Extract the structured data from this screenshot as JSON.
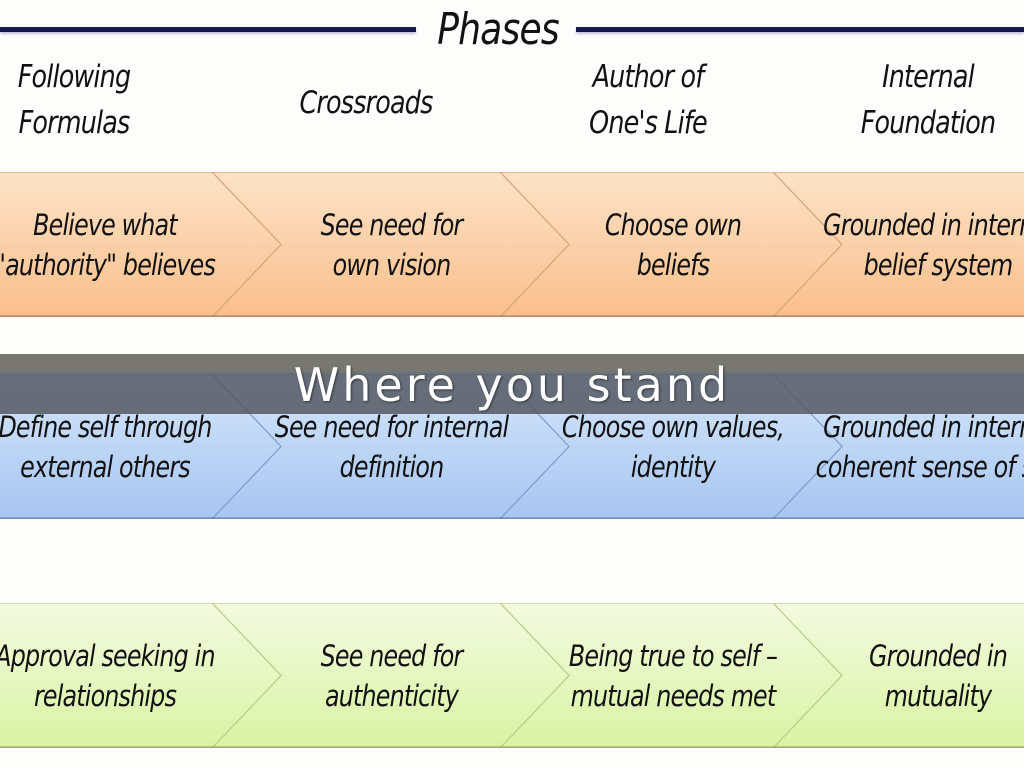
{
  "title": "Phases",
  "phases": [
    {
      "label": "Following\nFormulas"
    },
    {
      "label": "Crossroads"
    },
    {
      "label": "Author of\nOne's Life"
    },
    {
      "label": "Internal\nFoundation"
    }
  ],
  "bands": [
    {
      "name": "beliefs",
      "color_top": "#fde3c8",
      "color_bottom": "#f9bf8b",
      "edge": "#d9a57a",
      "cells": [
        "Believe what\n\"authority\" believes",
        "See need for\nown vision",
        "Choose own\nbeliefs",
        "Grounded in internal\nbelief system"
      ]
    },
    {
      "name": "identity",
      "color_top": "#d6e6fb",
      "color_bottom": "#a6c6f1",
      "edge": "#7f9fd0",
      "cells": [
        "Define self through\nexternal others",
        "See need for internal\ndefinition",
        "Choose own values,\nidentity",
        "Grounded in internal\ncoherent sense of self"
      ]
    },
    {
      "name": "relationships",
      "color_top": "#f3fbe0",
      "color_bottom": "#d9f3a2",
      "edge": "#b8cf8a",
      "cells": [
        "Approval seeking in\nrelationships",
        "See need for\nauthenticity",
        "Being true to self –\nmutual needs met",
        "Grounded in\nmutuality"
      ]
    }
  ],
  "banner": {
    "text": "Where you stand"
  }
}
